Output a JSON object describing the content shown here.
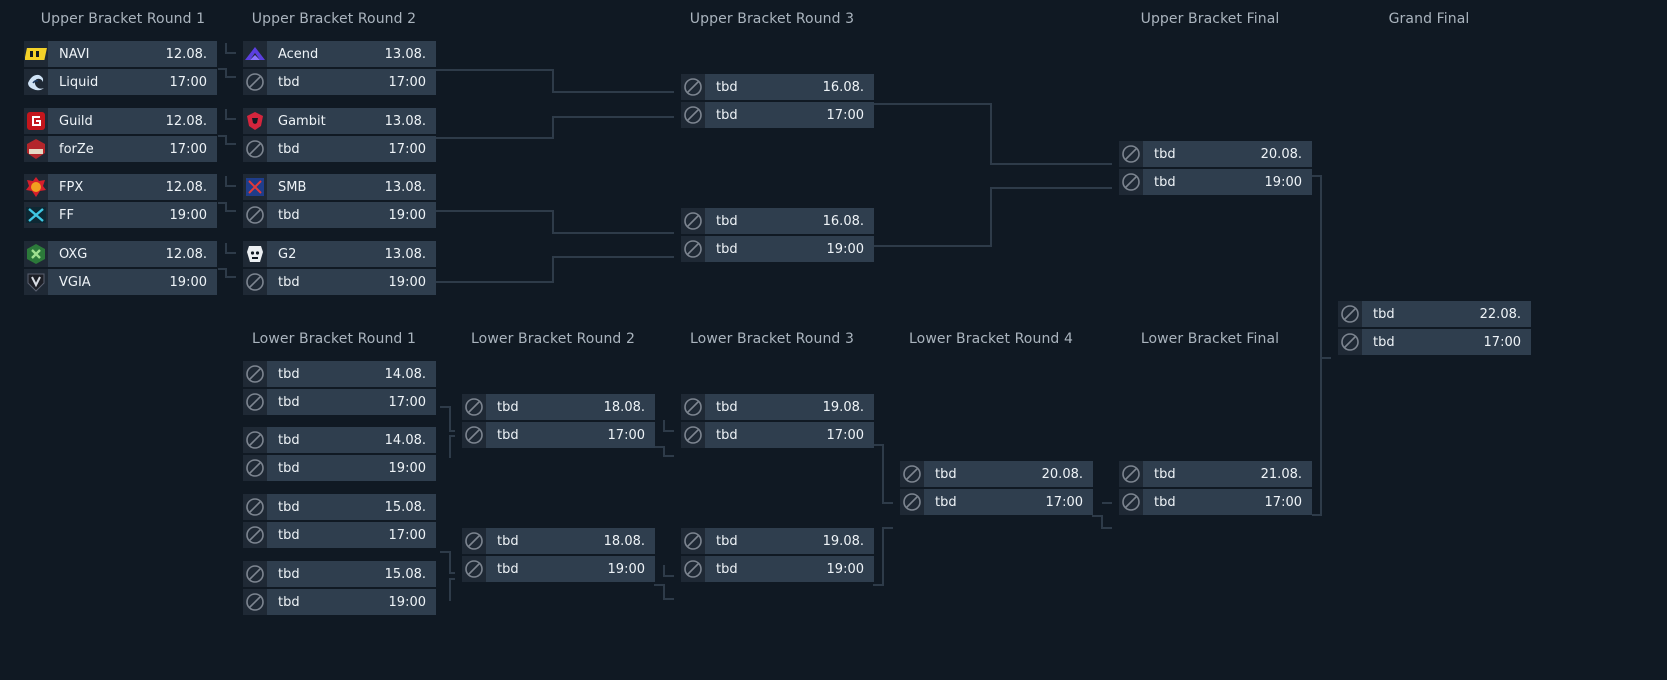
{
  "rounds": [
    {
      "id": "ub1",
      "label": "Upper Bracket Round 1"
    },
    {
      "id": "ub2",
      "label": "Upper Bracket Round 2"
    },
    {
      "id": "ub3",
      "label": "Upper Bracket Round 3"
    },
    {
      "id": "ubf",
      "label": "Upper Bracket Final"
    },
    {
      "id": "gf",
      "label": "Grand Final"
    },
    {
      "id": "lb1",
      "label": "Lower Bracket Round 1"
    },
    {
      "id": "lb2",
      "label": "Lower Bracket Round 2"
    },
    {
      "id": "lb3",
      "label": "Lower Bracket Round 3"
    },
    {
      "id": "lb4",
      "label": "Lower Bracket Round 4"
    },
    {
      "id": "lbf",
      "label": "Lower Bracket Final"
    }
  ],
  "matches": [
    {
      "id": "ub1-1",
      "teams": [
        {
          "name": "NAVI",
          "icon": "navi-logo-icon"
        },
        {
          "name": "Liquid",
          "icon": "liquid-logo-icon"
        }
      ],
      "date": "12.08.",
      "time": "17:00"
    },
    {
      "id": "ub1-2",
      "teams": [
        {
          "name": "Guild",
          "icon": "guild-logo-icon"
        },
        {
          "name": "forZe",
          "icon": "forze-logo-icon"
        }
      ],
      "date": "12.08.",
      "time": "17:00"
    },
    {
      "id": "ub1-3",
      "teams": [
        {
          "name": "FPX",
          "icon": "fpx-logo-icon"
        },
        {
          "name": "FF",
          "icon": "ff-logo-icon"
        }
      ],
      "date": "12.08.",
      "time": "19:00"
    },
    {
      "id": "ub1-4",
      "teams": [
        {
          "name": "OXG",
          "icon": "oxg-logo-icon"
        },
        {
          "name": "VGIA",
          "icon": "vgia-logo-icon"
        }
      ],
      "date": "12.08.",
      "time": "19:00"
    },
    {
      "id": "ub2-1",
      "teams": [
        {
          "name": "Acend",
          "icon": "acend-logo-icon"
        },
        {
          "name": "tbd",
          "icon": "tbd-icon"
        }
      ],
      "date": "13.08.",
      "time": "17:00"
    },
    {
      "id": "ub2-2",
      "teams": [
        {
          "name": "Gambit",
          "icon": "gambit-logo-icon"
        },
        {
          "name": "tbd",
          "icon": "tbd-icon"
        }
      ],
      "date": "13.08.",
      "time": "17:00"
    },
    {
      "id": "ub2-3",
      "teams": [
        {
          "name": "SMB",
          "icon": "smb-logo-icon"
        },
        {
          "name": "tbd",
          "icon": "tbd-icon"
        }
      ],
      "date": "13.08.",
      "time": "19:00"
    },
    {
      "id": "ub2-4",
      "teams": [
        {
          "name": "G2",
          "icon": "g2-logo-icon"
        },
        {
          "name": "tbd",
          "icon": "tbd-icon"
        }
      ],
      "date": "13.08.",
      "time": "19:00"
    },
    {
      "id": "ub3-1",
      "teams": [
        {
          "name": "tbd",
          "icon": "tbd-icon"
        },
        {
          "name": "tbd",
          "icon": "tbd-icon"
        }
      ],
      "date": "16.08.",
      "time": "17:00"
    },
    {
      "id": "ub3-2",
      "teams": [
        {
          "name": "tbd",
          "icon": "tbd-icon"
        },
        {
          "name": "tbd",
          "icon": "tbd-icon"
        }
      ],
      "date": "16.08.",
      "time": "19:00"
    },
    {
      "id": "ubf-1",
      "teams": [
        {
          "name": "tbd",
          "icon": "tbd-icon"
        },
        {
          "name": "tbd",
          "icon": "tbd-icon"
        }
      ],
      "date": "20.08.",
      "time": "19:00"
    },
    {
      "id": "gf-1",
      "teams": [
        {
          "name": "tbd",
          "icon": "tbd-icon"
        },
        {
          "name": "tbd",
          "icon": "tbd-icon"
        }
      ],
      "date": "22.08.",
      "time": "17:00"
    },
    {
      "id": "lb1-1",
      "teams": [
        {
          "name": "tbd",
          "icon": "tbd-icon"
        },
        {
          "name": "tbd",
          "icon": "tbd-icon"
        }
      ],
      "date": "14.08.",
      "time": "17:00"
    },
    {
      "id": "lb1-2",
      "teams": [
        {
          "name": "tbd",
          "icon": "tbd-icon"
        },
        {
          "name": "tbd",
          "icon": "tbd-icon"
        }
      ],
      "date": "14.08.",
      "time": "19:00"
    },
    {
      "id": "lb1-3",
      "teams": [
        {
          "name": "tbd",
          "icon": "tbd-icon"
        },
        {
          "name": "tbd",
          "icon": "tbd-icon"
        }
      ],
      "date": "15.08.",
      "time": "17:00"
    },
    {
      "id": "lb1-4",
      "teams": [
        {
          "name": "tbd",
          "icon": "tbd-icon"
        },
        {
          "name": "tbd",
          "icon": "tbd-icon"
        }
      ],
      "date": "15.08.",
      "time": "19:00"
    },
    {
      "id": "lb2-1",
      "teams": [
        {
          "name": "tbd",
          "icon": "tbd-icon"
        },
        {
          "name": "tbd",
          "icon": "tbd-icon"
        }
      ],
      "date": "18.08.",
      "time": "17:00"
    },
    {
      "id": "lb2-2",
      "teams": [
        {
          "name": "tbd",
          "icon": "tbd-icon"
        },
        {
          "name": "tbd",
          "icon": "tbd-icon"
        }
      ],
      "date": "18.08.",
      "time": "19:00"
    },
    {
      "id": "lb3-1",
      "teams": [
        {
          "name": "tbd",
          "icon": "tbd-icon"
        },
        {
          "name": "tbd",
          "icon": "tbd-icon"
        }
      ],
      "date": "19.08.",
      "time": "17:00"
    },
    {
      "id": "lb3-2",
      "teams": [
        {
          "name": "tbd",
          "icon": "tbd-icon"
        },
        {
          "name": "tbd",
          "icon": "tbd-icon"
        }
      ],
      "date": "19.08.",
      "time": "19:00"
    },
    {
      "id": "lb4-1",
      "teams": [
        {
          "name": "tbd",
          "icon": "tbd-icon"
        },
        {
          "name": "tbd",
          "icon": "tbd-icon"
        }
      ],
      "date": "20.08.",
      "time": "17:00"
    },
    {
      "id": "lbf-1",
      "teams": [
        {
          "name": "tbd",
          "icon": "tbd-icon"
        },
        {
          "name": "tbd",
          "icon": "tbd-icon"
        }
      ],
      "date": "21.08.",
      "time": "17:00"
    }
  ],
  "colors": {
    "background": "#101923",
    "team_row": "#2f3e4e",
    "icon_cell": "#1f2935",
    "connector": "#2e3b49",
    "tbd_icon": "#7d8590",
    "title_text": "#aab4be"
  }
}
